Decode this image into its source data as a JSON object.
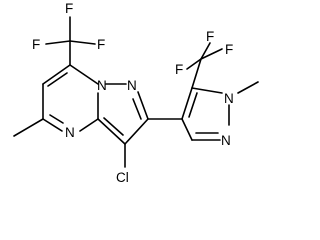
{
  "labels": {
    "f_cf3_left_top": "F",
    "f_cf3_left_left": "F",
    "f_cf3_left_right": "F",
    "f_cf3_right_left": "F",
    "f_cf3_right_top": "F",
    "f_cf3_right_right": "F",
    "n_bridge": "N",
    "n_pyrazole_eq": "N",
    "n_pyrimidine": "N",
    "n_pyrazole2_me": "N",
    "n_pyrazole2_eq": "N",
    "cl": "Cl"
  }
}
